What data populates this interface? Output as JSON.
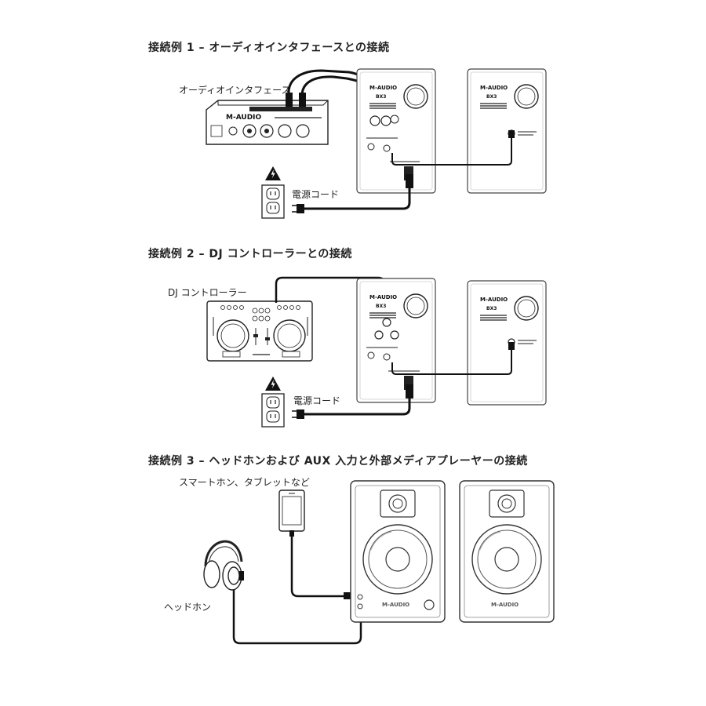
{
  "sections": [
    {
      "heading": "接続例 1 – オーディオインタフェースとの接続",
      "device_label": "オーディオインタフェース",
      "power_label": "電源コード",
      "device_brand": "M-AUDIO",
      "speaker_brand": "M-AUDIO",
      "speaker_model": "BX3"
    },
    {
      "heading": "接続例 2 – DJ コントローラーとの接続",
      "device_label": "DJ コントローラー",
      "power_label": "電源コード",
      "speaker_brand": "M-AUDIO",
      "speaker_model": "BX3"
    },
    {
      "heading": "接続例 3 – ヘッドホンおよび AUX 入力と外部メディアプレーヤーの接続",
      "phone_label": "スマートホン、タブレットなど",
      "headphone_label": "ヘッドホン",
      "speaker_brand": "M-AUDIO"
    }
  ],
  "icons": [
    "lightning-warning-icon",
    "power-outlet-icon"
  ]
}
